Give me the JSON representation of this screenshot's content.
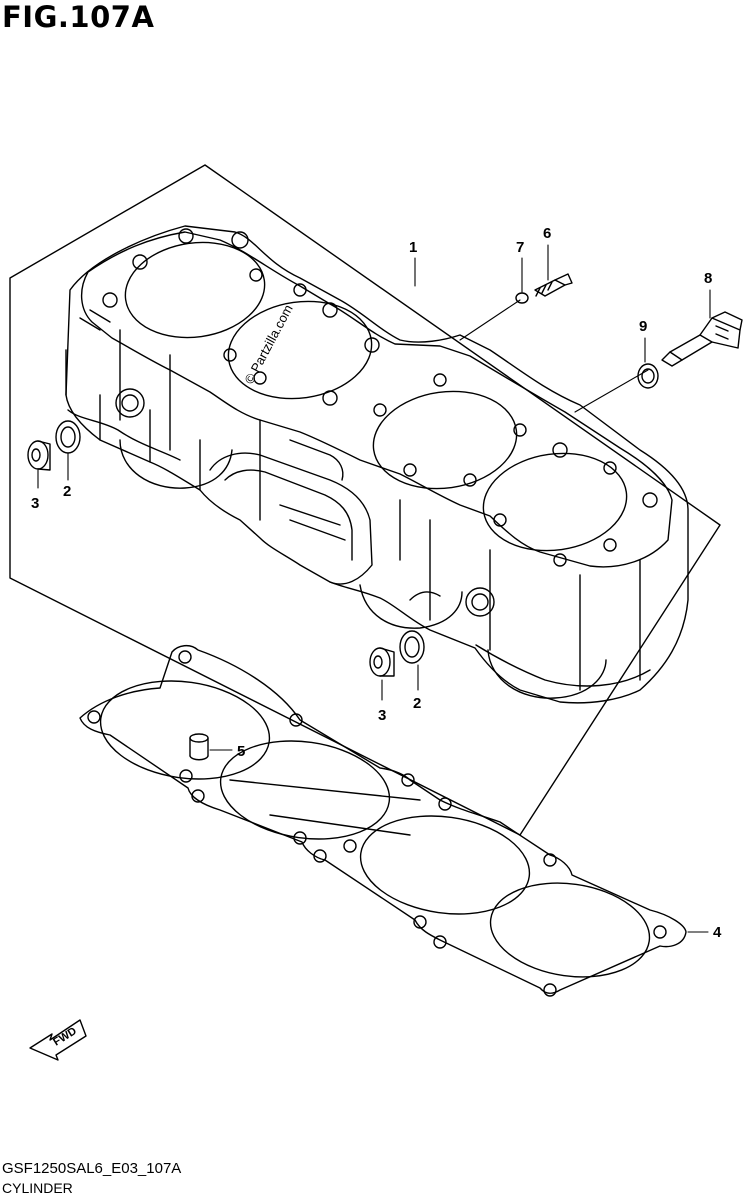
{
  "figure": {
    "title": "FIG.107A",
    "code": "GSF1250SAL6_E03_107A",
    "name": "CYLINDER",
    "watermark": "© Partzilla.com",
    "fwd_label": "FWD"
  },
  "callouts": [
    {
      "id": "c1",
      "label": "1"
    },
    {
      "id": "c2a",
      "label": "2"
    },
    {
      "id": "c3a",
      "label": "3"
    },
    {
      "id": "c2b",
      "label": "2"
    },
    {
      "id": "c3b",
      "label": "3"
    },
    {
      "id": "c4",
      "label": "4"
    },
    {
      "id": "c5",
      "label": "5"
    },
    {
      "id": "c6",
      "label": "6"
    },
    {
      "id": "c7",
      "label": "7"
    },
    {
      "id": "c8",
      "label": "8"
    },
    {
      "id": "c9",
      "label": "9"
    }
  ],
  "colors": {
    "line": "#000000",
    "background": "#ffffff"
  }
}
